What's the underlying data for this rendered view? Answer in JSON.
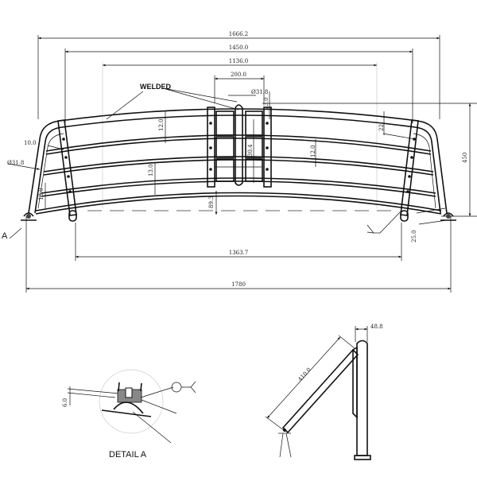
{
  "front_view": {
    "dims": {
      "overall_top": "1666.2",
      "rail_span": "1450.0",
      "inner_span": "1136.0",
      "center_plate": "200.0",
      "center_tube_dia": "Ø31.8",
      "top_offset": "23.0",
      "rail_gap_left": "12.0",
      "rail_gap_right": "12.0",
      "rail_gap_lower": "13.0",
      "side_offset": "10.0",
      "tube_dia": "Ø31.8",
      "left_bottom": "10.0",
      "center_gap": "30.4",
      "bottom_clearance": "89.3",
      "right_offset": "22",
      "height": "450",
      "foot_offset": "25.0",
      "post_span": "1363.7",
      "overall_base": "1780"
    },
    "welded_label": "WELDED",
    "section_marker": "A"
  },
  "detail": {
    "title": "DETAIL A",
    "dim": "6.0"
  },
  "side_view": {
    "dims": {
      "width": "48.8",
      "arm_length": "410.0"
    }
  }
}
